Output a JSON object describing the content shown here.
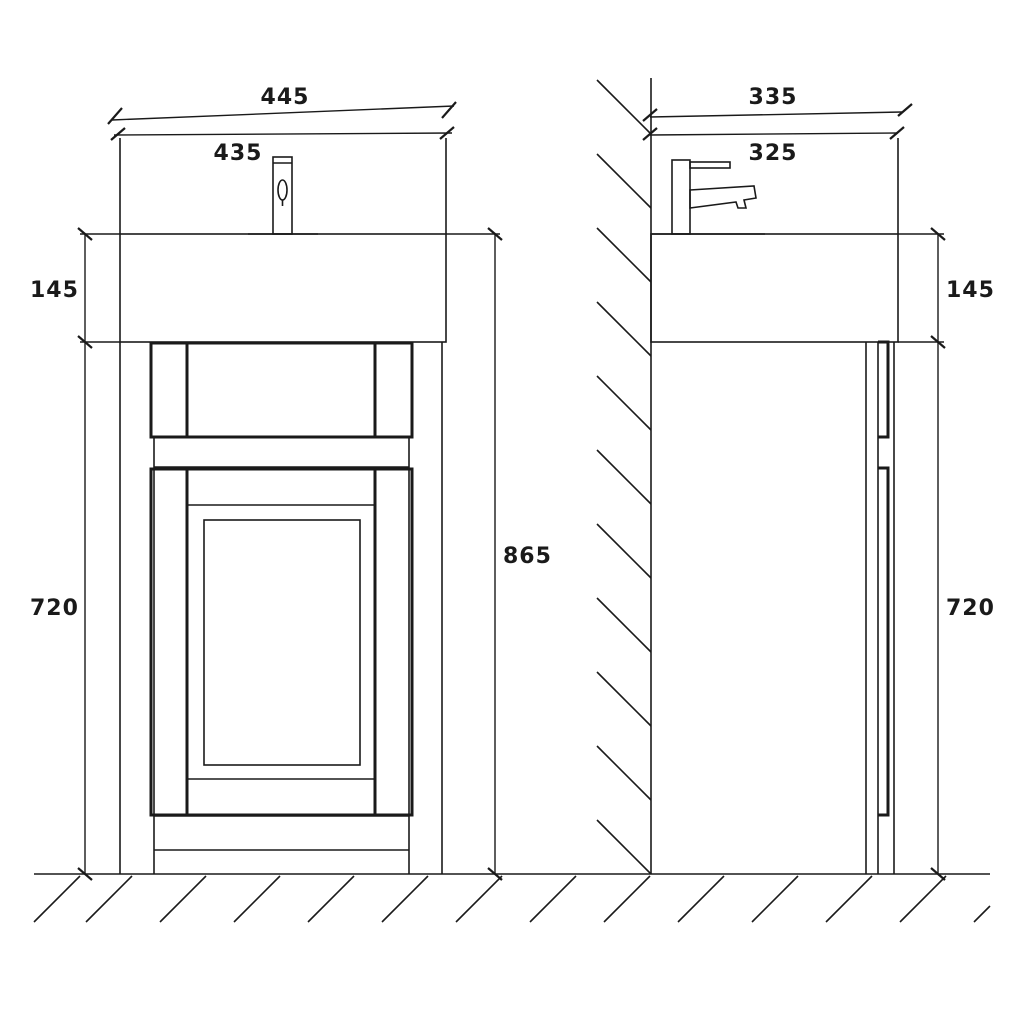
{
  "front_view": {
    "overall_width": "445",
    "basin_width": "435",
    "basin_height": "145",
    "cabinet_height": "720",
    "total_height": "865"
  },
  "side_view": {
    "overall_depth": "335",
    "basin_depth": "325",
    "basin_height": "145",
    "cabinet_height": "720"
  },
  "colors": {
    "line": "#1a1a1a",
    "background": "#ffffff"
  }
}
